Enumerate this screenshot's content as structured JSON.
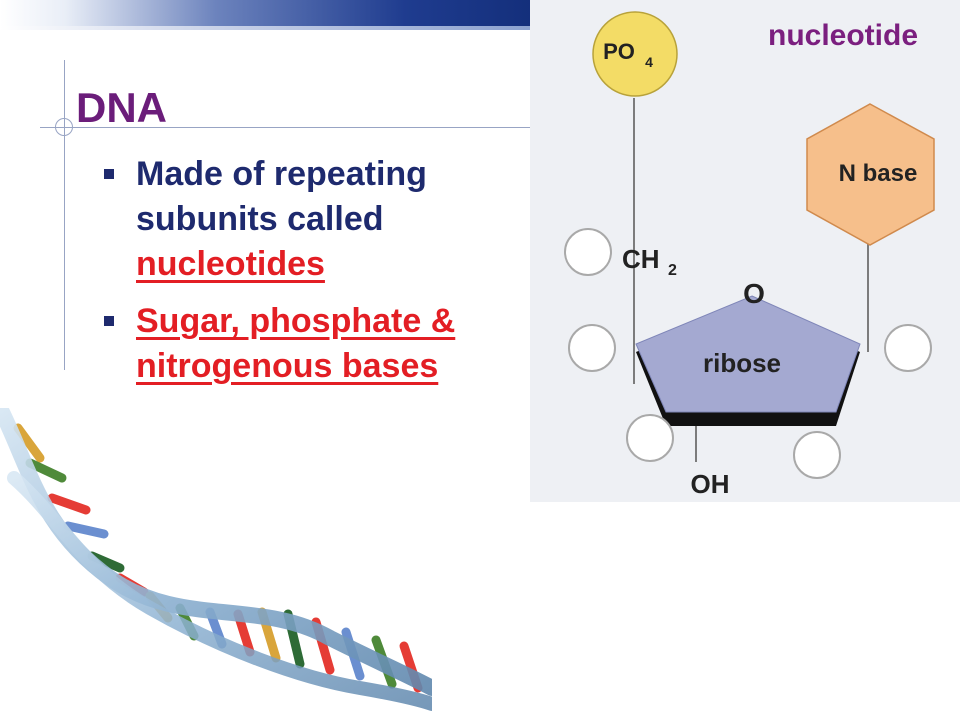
{
  "slide": {
    "title": "DNA",
    "bullets": [
      {
        "text": "Made of repeating subunits called ",
        "highlight": "nucleotides"
      },
      {
        "text": "",
        "highlight": "Sugar, phosphate & nitrogenous bases"
      }
    ]
  },
  "diagram": {
    "label": "nucleotide",
    "phosphate": {
      "main": "PO",
      "sub": "4"
    },
    "base": "N base",
    "ch2": {
      "main": "CH",
      "sub": "2"
    },
    "oxygen": "O",
    "sugar": "ribose",
    "hydroxyl": "OH"
  },
  "colors": {
    "title": "#6b1d7a",
    "bullet_text": "#1e2a6e",
    "highlight": "#e31e24",
    "phosphate": "#f3dc66",
    "base": "#f6bf8b",
    "ribose": "#a4a9d1",
    "diagram_bg": "#eef0f4"
  },
  "icons": [
    "square-bullet-icon",
    "dna-helix-image",
    "ring-attachment-icon"
  ]
}
